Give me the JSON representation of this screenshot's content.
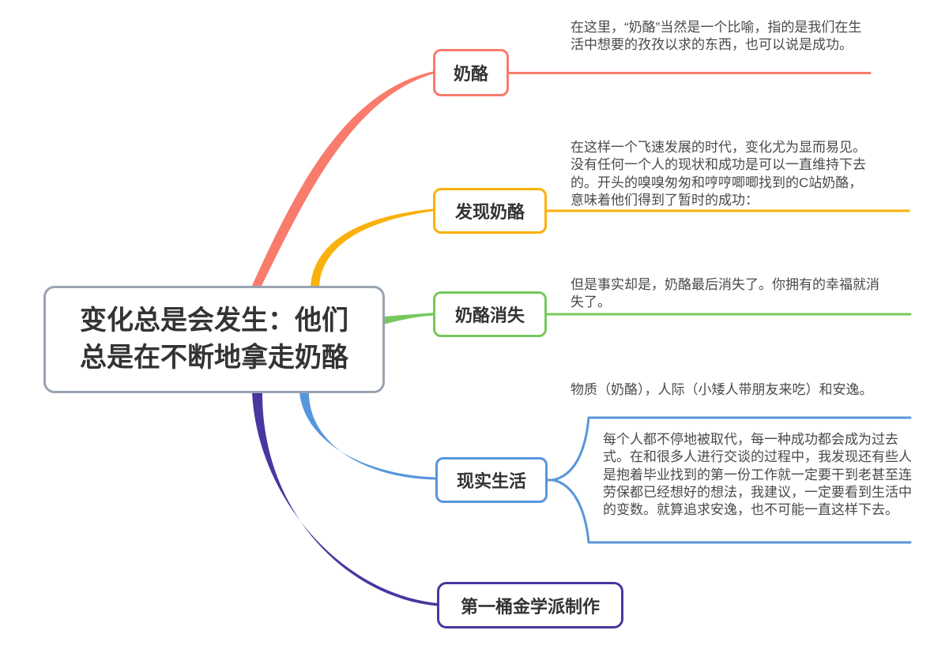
{
  "mindmap": {
    "central_topic": {
      "label": "变化总是会发生：他们总是在不断地拿走奶酪",
      "lines": [
        "变化总是会发生：他们",
        "总是在不断地拿走奶酪"
      ],
      "border_color": "#9AA3B1",
      "text_color": "#333333"
    },
    "branches": [
      {
        "id": "cheese",
        "label": "奶酪",
        "color": "#F97B6B",
        "notes": [
          "在这里，“奶酪”当然是一个比喻，指的是我们在生活中想要的孜孜以求的东西，也可以说是成功。"
        ]
      },
      {
        "id": "find-cheese",
        "label": "发现奶酪",
        "color": "#FBB10B",
        "notes": [
          "在这样一个飞速发展的时代，变化尤为显而易见。没有任何一个人的现状和成功是可以一直维持下去的。开头的嗅嗅匆匆和哼哼唧唧找到的C站奶酪，意味着他们得到了暂时的成功："
        ]
      },
      {
        "id": "cheese-gone",
        "label": "奶酪消失",
        "color": "#77C85C",
        "notes": [
          "但是事实却是，奶酪最后消失了。你拥有的幸福就消失了。"
        ]
      },
      {
        "id": "real-life",
        "label": "现实生活",
        "color": "#5896DB",
        "notes": [
          "物质（奶酪），人际（小矮人带朋友来吃）和安逸。",
          "每个人都不停地被取代，每一种成功都会成为过去式。在和很多人进行交谈的过程中，我发现还有些人是抱着毕业找到的第一份工作就一定要干到老甚至连劳保都已经想好的想法，我建议，一定要看到生活中的变数。就算追求安逸，也不可能一直这样下去。"
        ]
      },
      {
        "id": "credit",
        "label": "第一桶金学派制作",
        "color": "#47379F",
        "notes": []
      }
    ]
  }
}
